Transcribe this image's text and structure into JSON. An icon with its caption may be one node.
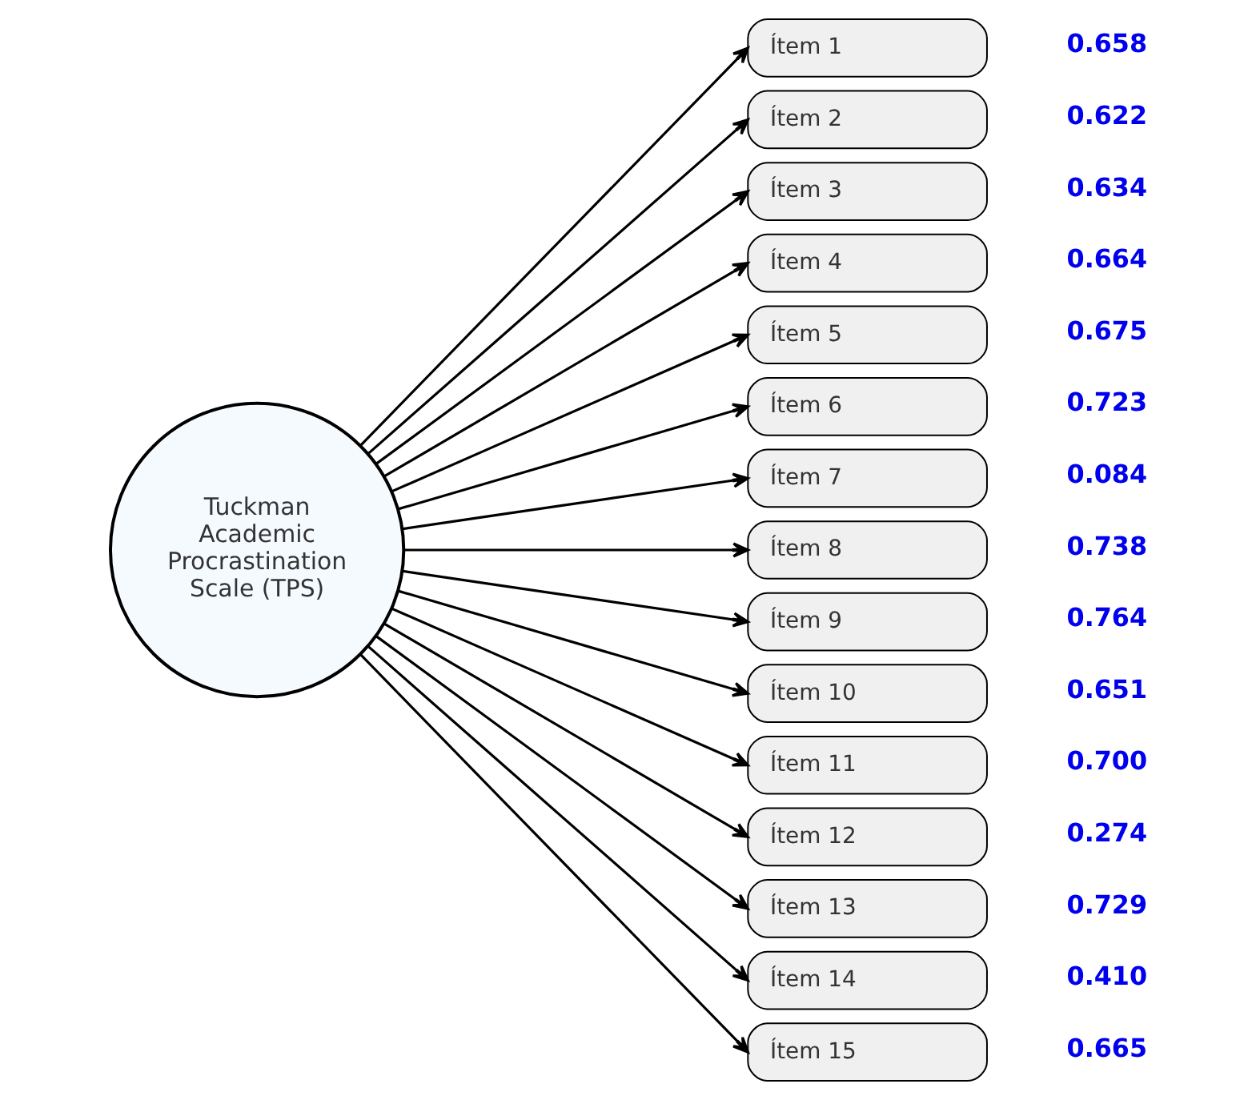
{
  "diagram": {
    "nodes": [
      {
        "text": [
          "Tuckman Academic Procrastination Scale (TPS)"
        ]
      },
      {
        "text": [
          "Ítem 1"
        ],
        "beside": [
          "0.658"
        ]
      },
      {
        "text": [
          "Ítem 2"
        ],
        "beside": [
          "0.622"
        ]
      },
      {
        "text": [
          "Ítem 3"
        ],
        "beside": [
          "0.634"
        ]
      },
      {
        "text": [
          "Ítem 4"
        ],
        "beside": [
          "0.664"
        ]
      },
      {
        "text": [
          "Ítem 5"
        ],
        "beside": [
          "0.675"
        ]
      },
      {
        "text": [
          "Ítem 6"
        ],
        "beside": [
          "0.723"
        ]
      },
      {
        "text": [
          "Ítem 7"
        ],
        "beside": [
          "0.084"
        ]
      },
      {
        "text": [
          "Ítem 8"
        ],
        "beside": [
          "0.738"
        ]
      },
      {
        "text": [
          "Ítem 9"
        ],
        "beside": [
          "0.764"
        ]
      },
      {
        "text": [
          "Ítem 10"
        ],
        "beside": [
          "0.651"
        ]
      },
      {
        "text": [
          "Ítem 11"
        ],
        "beside": [
          "0.700"
        ]
      },
      {
        "text": [
          "Ítem 12"
        ],
        "beside": [
          "0.274"
        ]
      },
      {
        "text": [
          "Ítem 13"
        ],
        "beside": [
          "0.729"
        ]
      },
      {
        "text": [
          "Ítem 14"
        ],
        "beside": [
          "0.410"
        ]
      },
      {
        "text": [
          "Ítem 15"
        ],
        "beside": [
          "0.665"
        ]
      }
    ],
    "edges": [
      {
        "from": 0,
        "to": 1,
        "arrow": "to"
      },
      {
        "from": 0,
        "to": 2,
        "arrow": "to"
      },
      {
        "from": 0,
        "to": 3,
        "arrow": "to"
      },
      {
        "from": 0,
        "to": 4,
        "arrow": "to"
      },
      {
        "from": 0,
        "to": 5,
        "arrow": "to"
      },
      {
        "from": 0,
        "to": 6,
        "arrow": "to"
      },
      {
        "from": 0,
        "to": 7,
        "arrow": "to"
      },
      {
        "from": 0,
        "to": 8,
        "arrow": "to"
      },
      {
        "from": 0,
        "to": 9,
        "arrow": "to"
      },
      {
        "from": 0,
        "to": 10,
        "arrow": "to"
      },
      {
        "from": 0,
        "to": 11,
        "arrow": "to"
      },
      {
        "from": 0,
        "to": 12,
        "arrow": "to"
      },
      {
        "from": 0,
        "to": 13,
        "arrow": "to"
      },
      {
        "from": 0,
        "to": 14,
        "arrow": "to"
      },
      {
        "from": 0,
        "to": 15,
        "arrow": "to"
      }
    ]
  }
}
